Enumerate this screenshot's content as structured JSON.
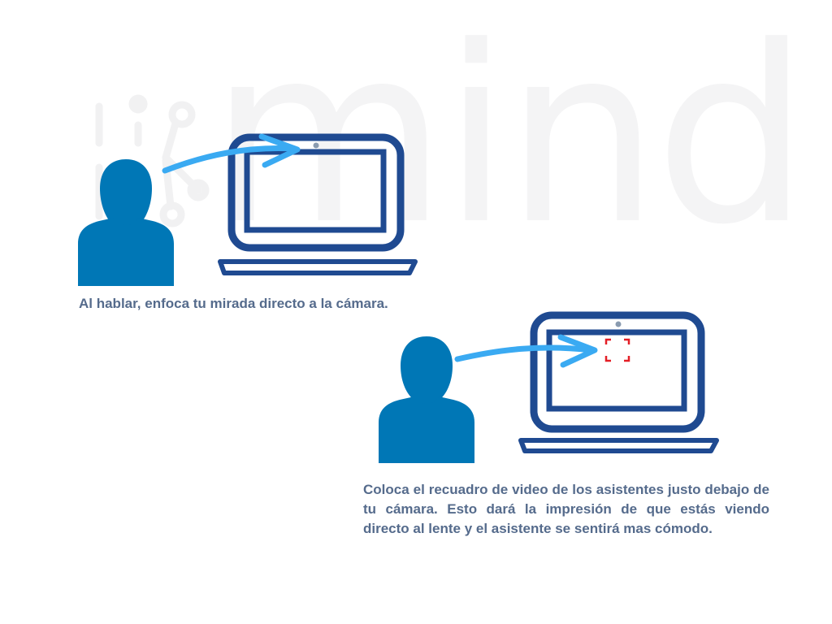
{
  "background": {
    "brand_watermark_text": "mind",
    "watermark_color": "#f4f4f5"
  },
  "colors": {
    "person": "#0077b6",
    "laptop": "#1f4a91",
    "arrow": "#3aaaf2",
    "camera_dot": "#8a9bb0",
    "focus_frame": "#e41e26",
    "caption": "#556b8c"
  },
  "steps": [
    {
      "caption": "Al hablar, enfoca tu mirada directo a la cámara.",
      "icons": [
        "person-icon",
        "gaze-arrow-icon",
        "laptop-icon",
        "camera-dot-icon"
      ]
    },
    {
      "caption": "Coloca  el recuadro de video de los asistentes justo debajo de tu cámara. Esto dará la impresión de que estás viendo directo al lente y el asistente se sentirá mas cómodo.",
      "icons": [
        "person-icon",
        "gaze-arrow-icon",
        "laptop-icon",
        "camera-dot-icon",
        "focus-frame-icon"
      ]
    }
  ]
}
